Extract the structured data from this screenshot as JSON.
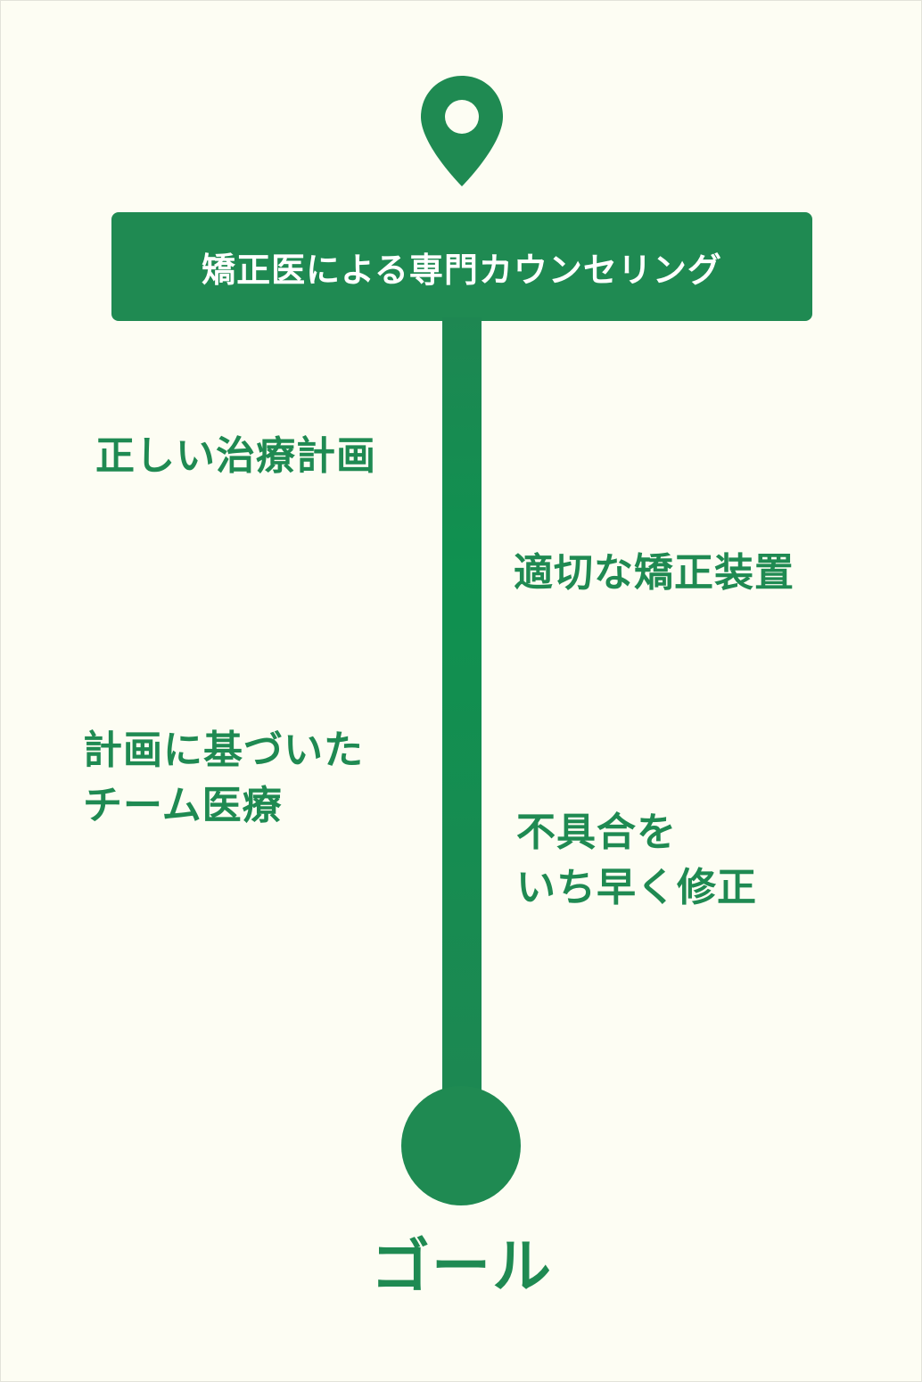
{
  "start": {
    "label": "矯正医による専門カウンセリング",
    "icon": "map-pin-icon"
  },
  "steps": [
    {
      "lines": [
        "正しい治療計画"
      ]
    },
    {
      "lines": [
        "適切な矯正装置"
      ]
    },
    {
      "lines": [
        "計画に基づいた",
        "チーム医療"
      ]
    },
    {
      "lines": [
        "不具合を",
        "いち早く修正"
      ]
    }
  ],
  "goal": {
    "label": "ゴール"
  },
  "colors": {
    "accent": "#1f8a52",
    "background": "#fdfdf3",
    "text_on_accent": "#ffffff"
  }
}
